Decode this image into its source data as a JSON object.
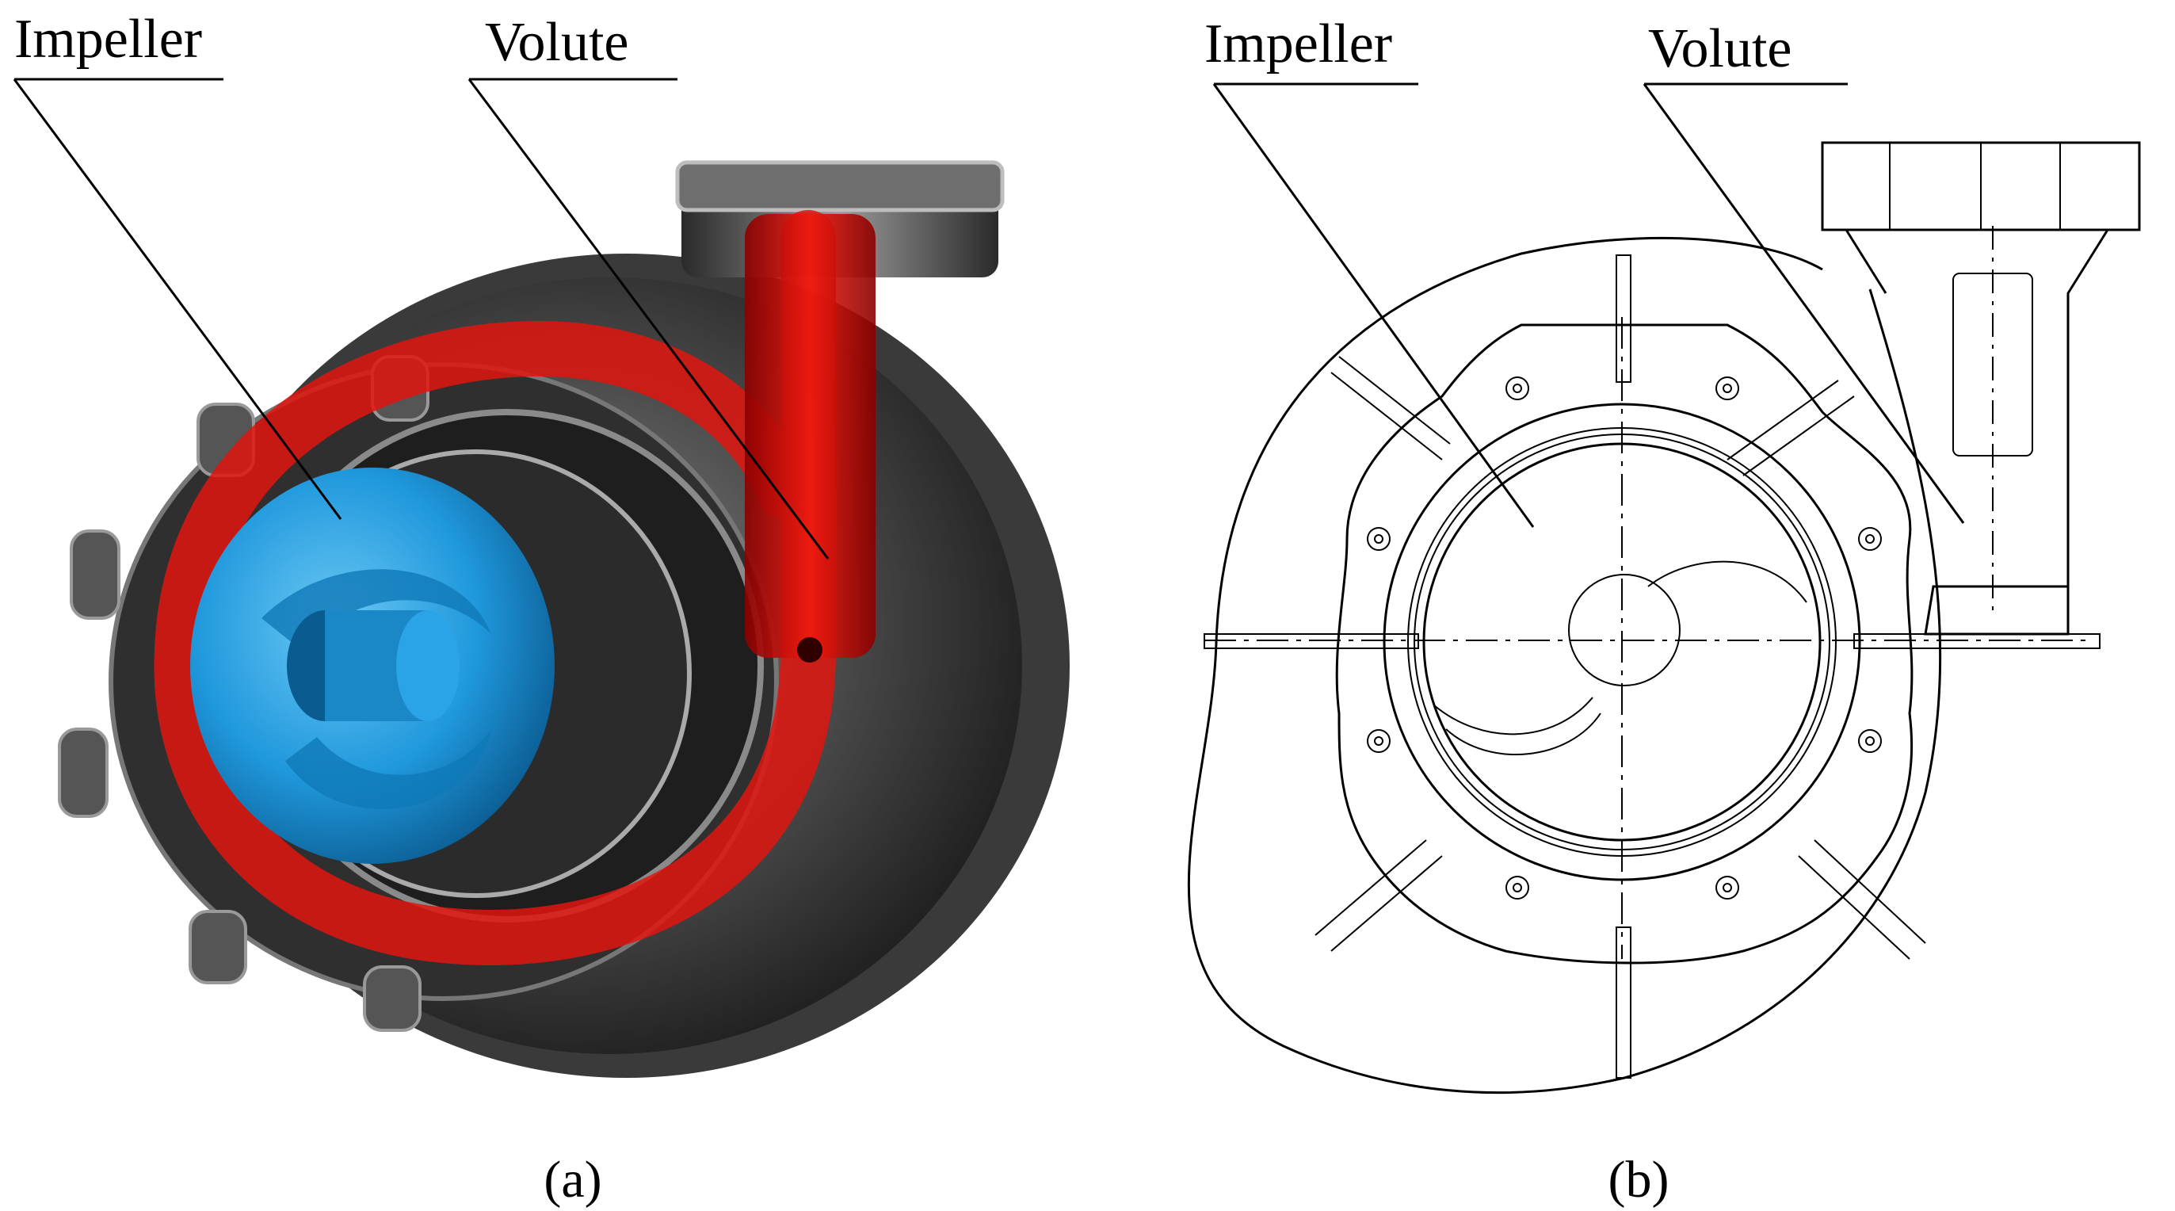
{
  "panel_a": {
    "labels": {
      "impeller": "Impeller",
      "volute": "Volute"
    },
    "caption": "(a)",
    "colors": {
      "impeller": "#2a9ee0",
      "volute": "#e0150f",
      "casing": "#4a4a4a"
    }
  },
  "panel_b": {
    "labels": {
      "impeller": "Impeller",
      "volute": "Volute"
    },
    "caption": "(b)"
  }
}
